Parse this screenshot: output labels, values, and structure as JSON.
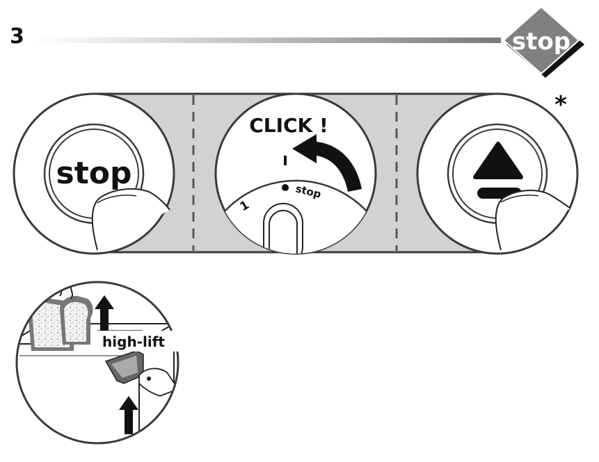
{
  "step": {
    "number": "3"
  },
  "badge": {
    "label": "stop"
  },
  "panel1": {
    "button_label": "stop"
  },
  "panel2": {
    "click_label": "CLICK !",
    "dial_stop_label": "stop",
    "dial_level_label": "1"
  },
  "panel3": {
    "asterisk": "*"
  },
  "inset": {
    "label": "high-lift"
  },
  "colors": {
    "band": "#d2d2d2",
    "outline": "#3a3a3a",
    "badge_fill": "#808080",
    "dark": "#111111"
  }
}
